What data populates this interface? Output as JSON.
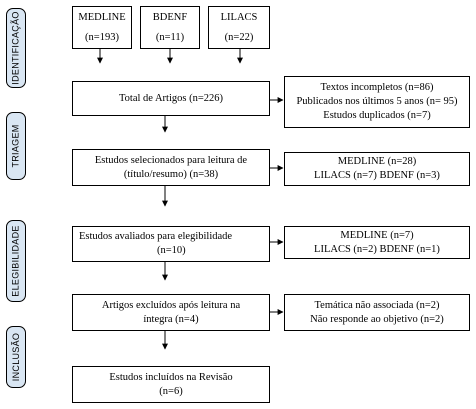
{
  "phases": {
    "identificacao": "IDENTIFICAÇÃO",
    "triagem": "TRIAGEM",
    "elegibilidade": "ELEGIBILIDADE",
    "inclusao": "INCLUSÃO"
  },
  "sources": {
    "medline": {
      "name": "MEDLINE",
      "count": "(n=193)"
    },
    "bdenf": {
      "name": "BDENF",
      "count": "(n=11)"
    },
    "lilacs": {
      "name": "LILACS",
      "count": "(n=22)"
    }
  },
  "total": {
    "text": "Total de Artigos (n=226)"
  },
  "excluded1": {
    "line1": "Textos incompletos (n=86)",
    "line2": "Publicados nos últimos 5 anos (n= 95)",
    "line3": "Estudos duplicados (n=7)"
  },
  "selected": {
    "line1": "Estudos selecionados para leitura de",
    "line2": "(título/resumo) (n=38)"
  },
  "excluded2": {
    "line1": "MEDLINE (n=28)",
    "line2": "LILACS (n=7) BDENF (n=3)"
  },
  "evaluated": {
    "line1": "Estudos avaliados para elegibilidade",
    "line2": "(n=10)"
  },
  "excluded3": {
    "line1": "MEDLINE (n=7)",
    "line2": "LILACS (n=2) BDENF (n=1)"
  },
  "excludedFull": {
    "line1": "Artigos excluídos após leitura na",
    "line2": "íntegra (n=4)"
  },
  "excluded4": {
    "line1": "Temática não associada (n=2)",
    "line2": "Não responde ao objetivo (n=2)"
  },
  "included": {
    "line1": "Estudos incluídos na Revisão",
    "line2": "(n=6)"
  }
}
